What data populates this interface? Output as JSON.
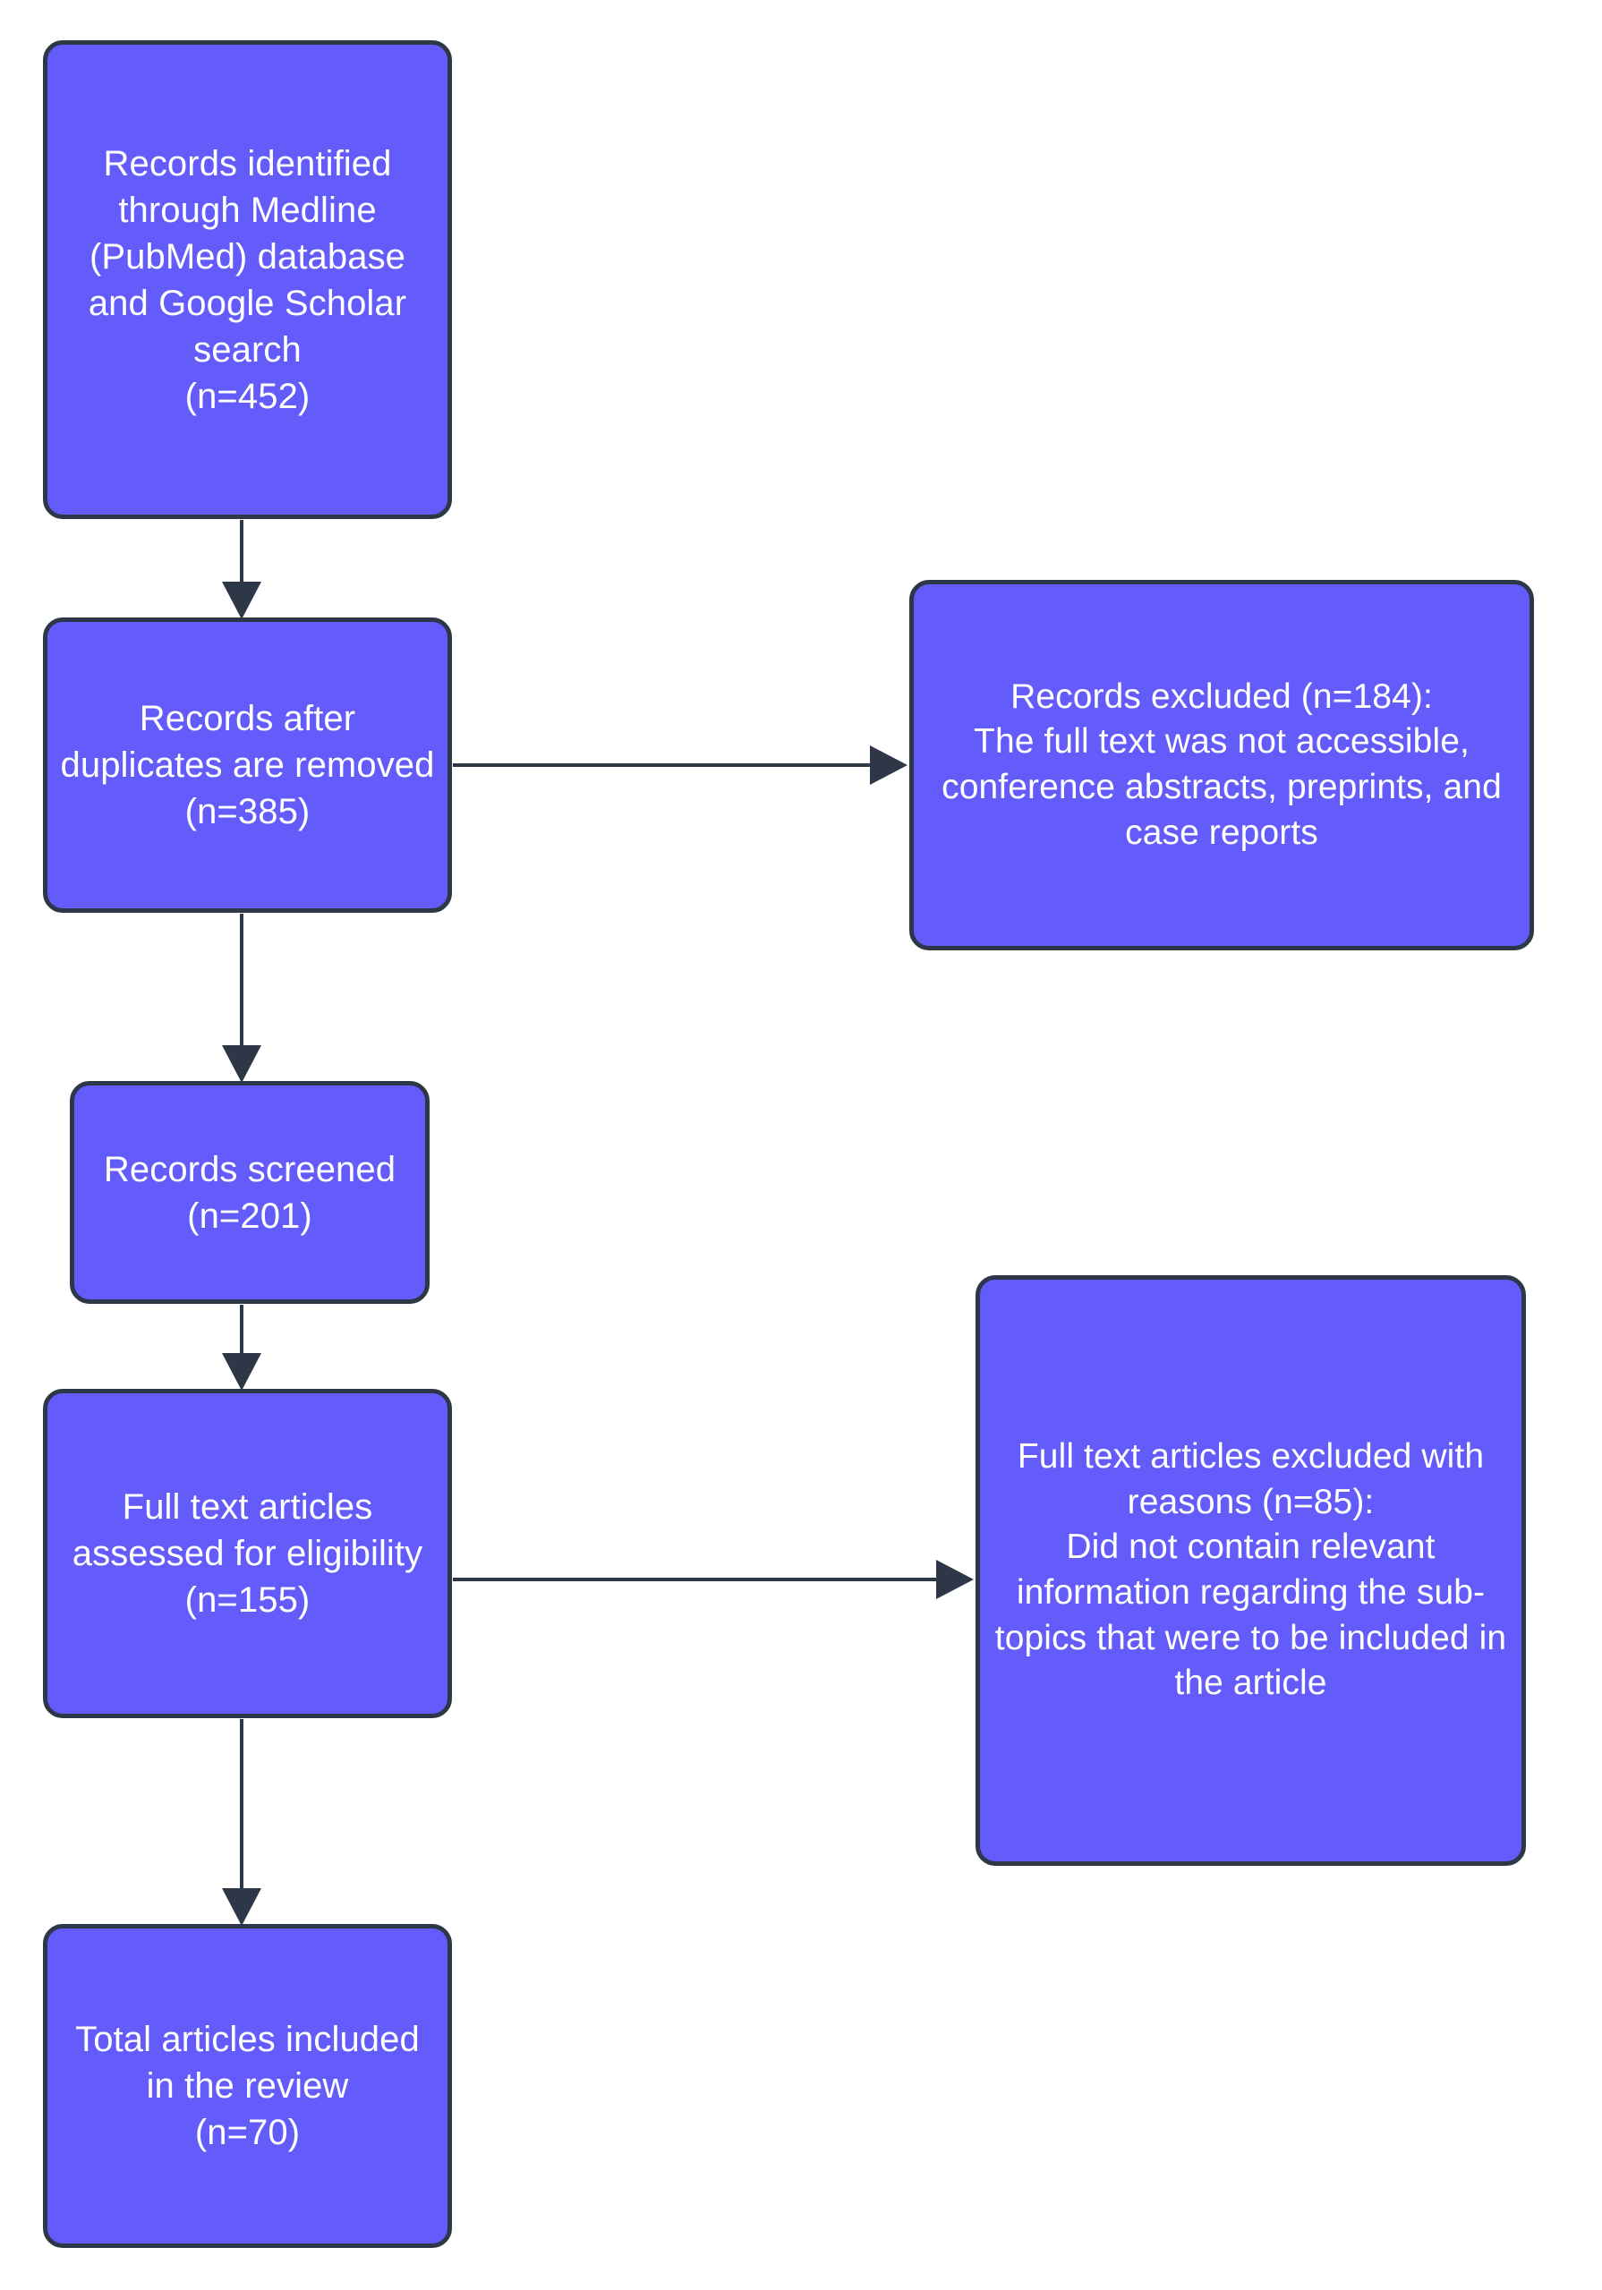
{
  "diagram": {
    "type": "prisma-flow-diagram",
    "title": "",
    "colors": {
      "node_fill": "#635bfa",
      "node_border": "#2d3748",
      "node_text": "#ffffff",
      "edge": "#2d3748",
      "background": "#ffffff"
    },
    "nodes": [
      {
        "id": "identified",
        "column": "left",
        "stage": "identification",
        "label": "Records identified through Medline (PubMed) database and Google Scholar search\n(n=452)",
        "count": 452
      },
      {
        "id": "duplicates",
        "column": "left",
        "stage": "identification",
        "label": "Records after duplicates are removed\n(n=385)",
        "count": 385
      },
      {
        "id": "excluded-records",
        "column": "right",
        "stage": "screening",
        "label": "Records excluded (n=184):\nThe full text was not accessible, conference abstracts, preprints, and case reports",
        "count": 184
      },
      {
        "id": "screened",
        "column": "left",
        "stage": "screening",
        "label": "Records screened\n(n=201)",
        "count": 201
      },
      {
        "id": "eligibility",
        "column": "left",
        "stage": "eligibility",
        "label": "Full text articles assessed for eligibility\n(n=155)",
        "count": 155
      },
      {
        "id": "excluded-fulltext",
        "column": "right",
        "stage": "eligibility",
        "label": "Full text articles excluded with reasons (n=85):\nDid not contain relevant information regarding the sub-topics that were to be included in the article",
        "count": 85
      },
      {
        "id": "included",
        "column": "left",
        "stage": "included",
        "label": "Total articles included in the review\n(n=70)",
        "count": 70
      }
    ],
    "edges": [
      {
        "id": "e1",
        "from": "identified",
        "to": "duplicates",
        "direction": "down"
      },
      {
        "id": "e2",
        "from": "duplicates",
        "to": "excluded-records",
        "direction": "right"
      },
      {
        "id": "e3",
        "from": "duplicates",
        "to": "screened",
        "direction": "down"
      },
      {
        "id": "e4",
        "from": "screened",
        "to": "eligibility",
        "direction": "down"
      },
      {
        "id": "e5",
        "from": "eligibility",
        "to": "excluded-fulltext",
        "direction": "right"
      },
      {
        "id": "e6",
        "from": "eligibility",
        "to": "included",
        "direction": "down"
      }
    ]
  }
}
